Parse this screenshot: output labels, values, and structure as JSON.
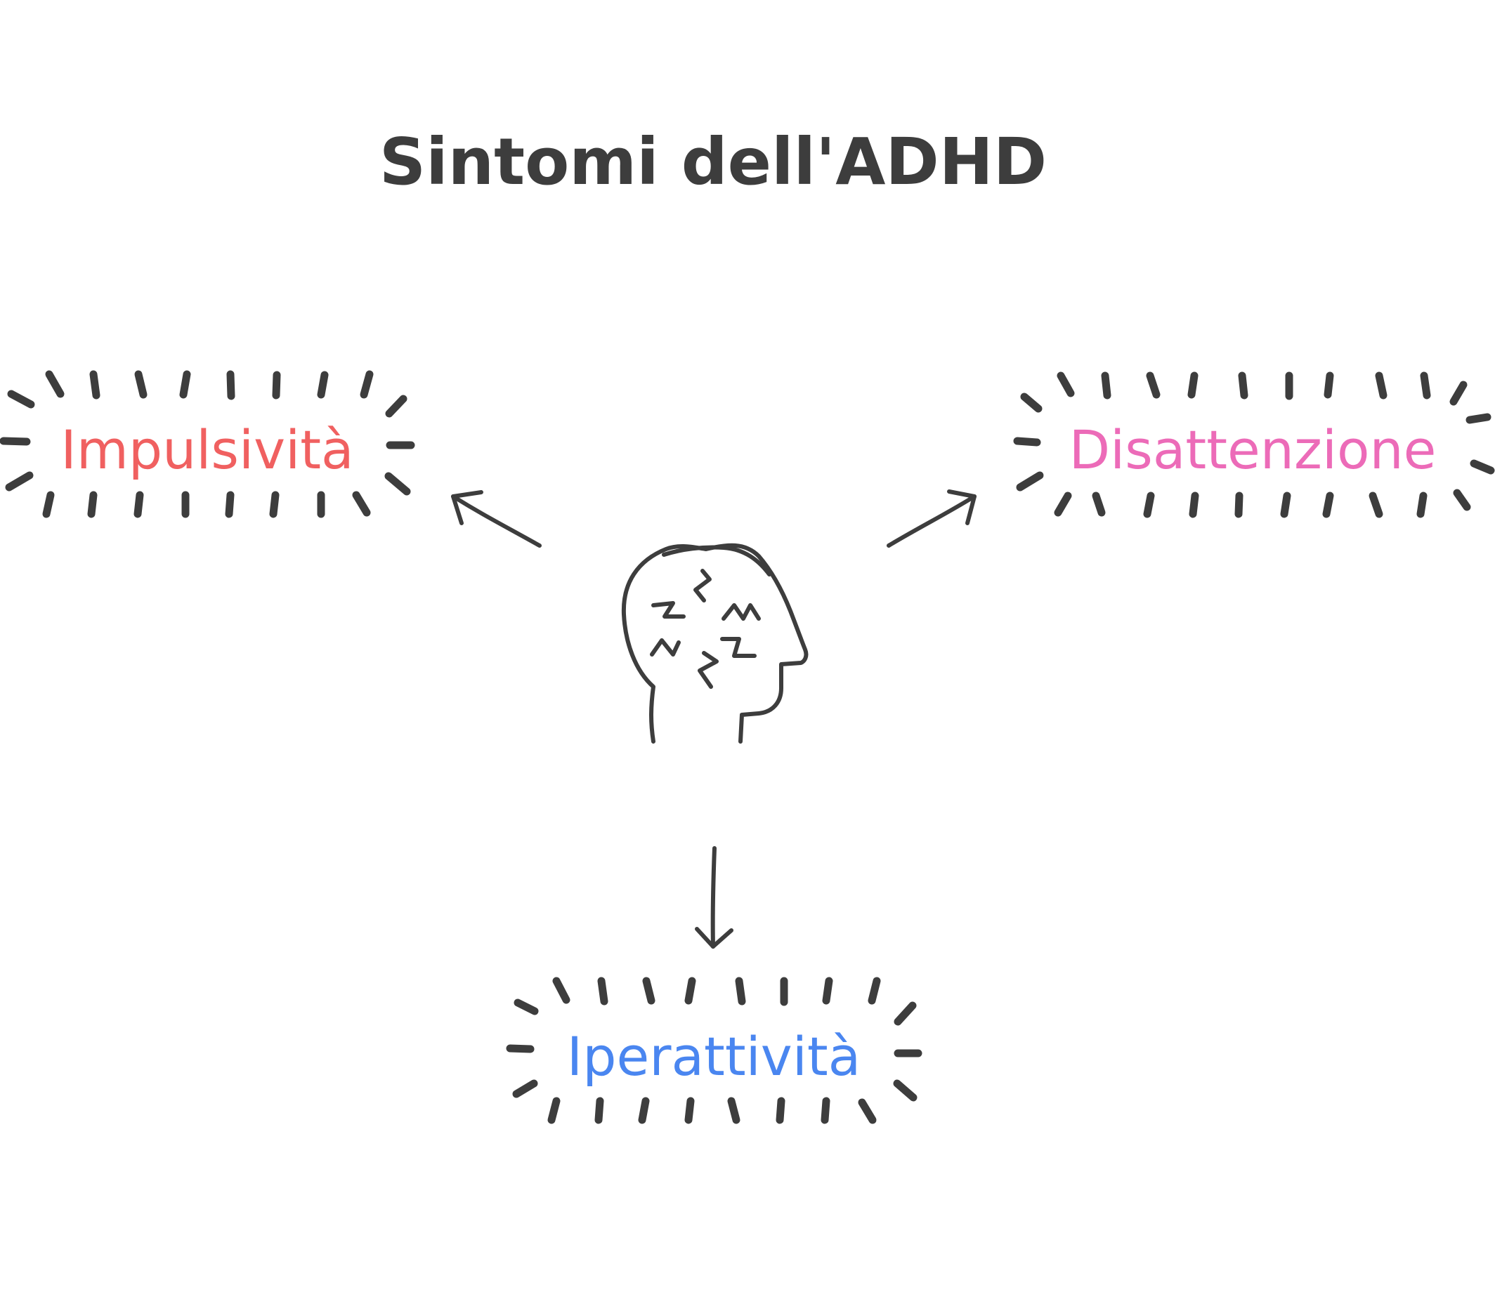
{
  "title": "Sintomi dell'ADHD",
  "symptoms": [
    {
      "label": "Impulsività",
      "color": "#f06060"
    },
    {
      "label": "Disattenzione",
      "color": "#ec6bb8"
    },
    {
      "label": "Iperattività",
      "color": "#4a86f0"
    }
  ],
  "center_icon": "head-with-zigzag-thoughts-icon"
}
